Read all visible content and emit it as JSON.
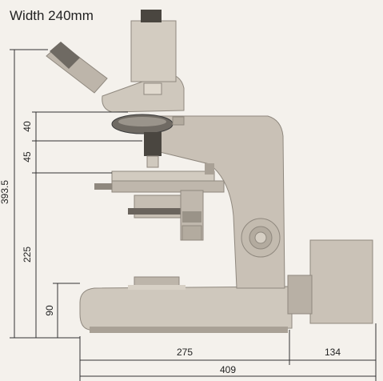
{
  "title": "Width 240mm",
  "dimensions": {
    "d_393_5": "393.5",
    "d_40": "40",
    "d_45": "45",
    "d_225": "225",
    "d_90": "90",
    "d_275": "275",
    "d_134": "134",
    "d_409": "409"
  },
  "colors": {
    "background": "#f4f1ec",
    "body": "#c9c1b6",
    "body_shadow": "#a9a196",
    "dark": "#3a3a3a",
    "line": "#333333"
  }
}
